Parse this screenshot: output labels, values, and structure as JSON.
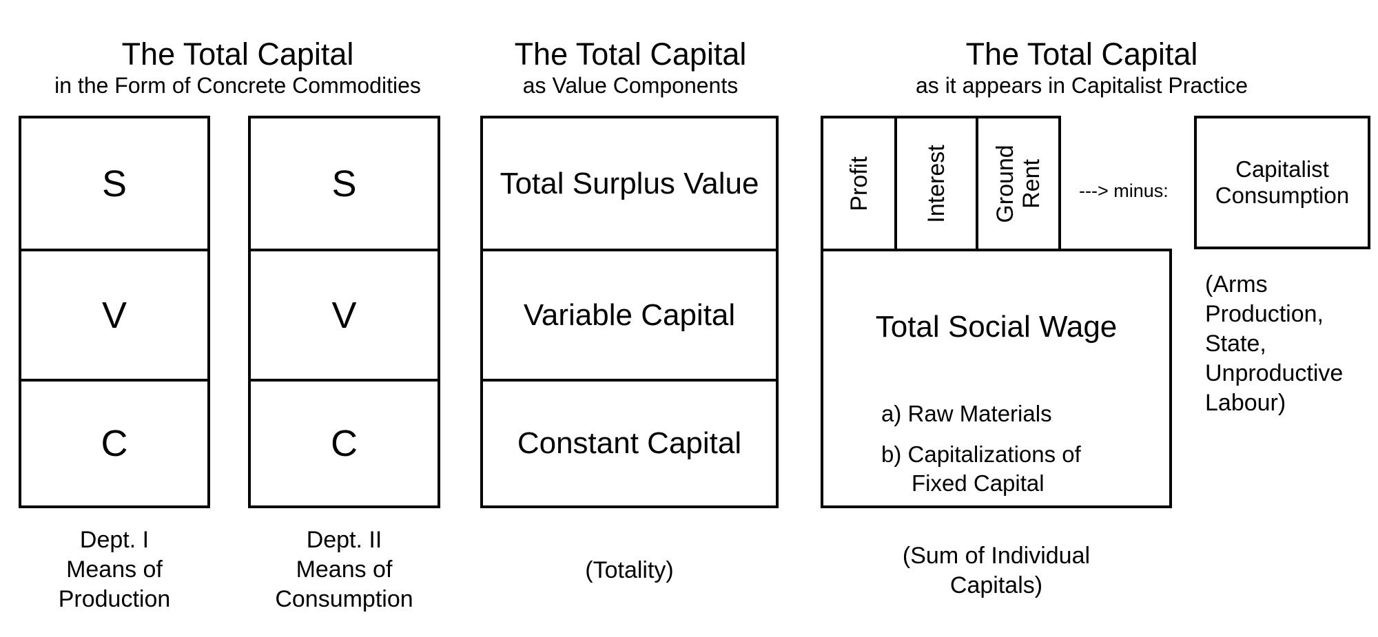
{
  "headings": [
    {
      "title": "The Total Capital",
      "subtitle": "in the Form of Concrete Commodities"
    },
    {
      "title": "The Total Capital",
      "subtitle": "as Value Components"
    },
    {
      "title": "The Total Capital",
      "subtitle": "as it appears in Capitalist Practice"
    }
  ],
  "dept1": {
    "cells": [
      "S",
      "V",
      "C"
    ],
    "caption": [
      "Dept. I",
      "Means of",
      "Production"
    ]
  },
  "dept2": {
    "cells": [
      "S",
      "V",
      "C"
    ],
    "caption": [
      "Dept. II",
      "Means of",
      "Consumption"
    ]
  },
  "value_components": {
    "cells": [
      "Total Surplus Value",
      "Variable Capital",
      "Constant Capital"
    ],
    "caption": "(Totality)"
  },
  "practice": {
    "surplus_parts": [
      "Profit",
      "Interest",
      "Ground",
      "Rent"
    ],
    "arrow_label": "---> minus:",
    "consumption": [
      "Capitalist",
      "Consumption"
    ],
    "consumption_note": [
      "(Arms",
      "Production,",
      "State,",
      "Unproductive",
      "Labour)"
    ],
    "wage_title": "Total Social Wage",
    "wage_items": [
      "a) Raw Materials",
      "b) Capitalizations of",
      "Fixed Capital"
    ],
    "caption": [
      "(Sum of Individual",
      "Capitals)"
    ]
  }
}
